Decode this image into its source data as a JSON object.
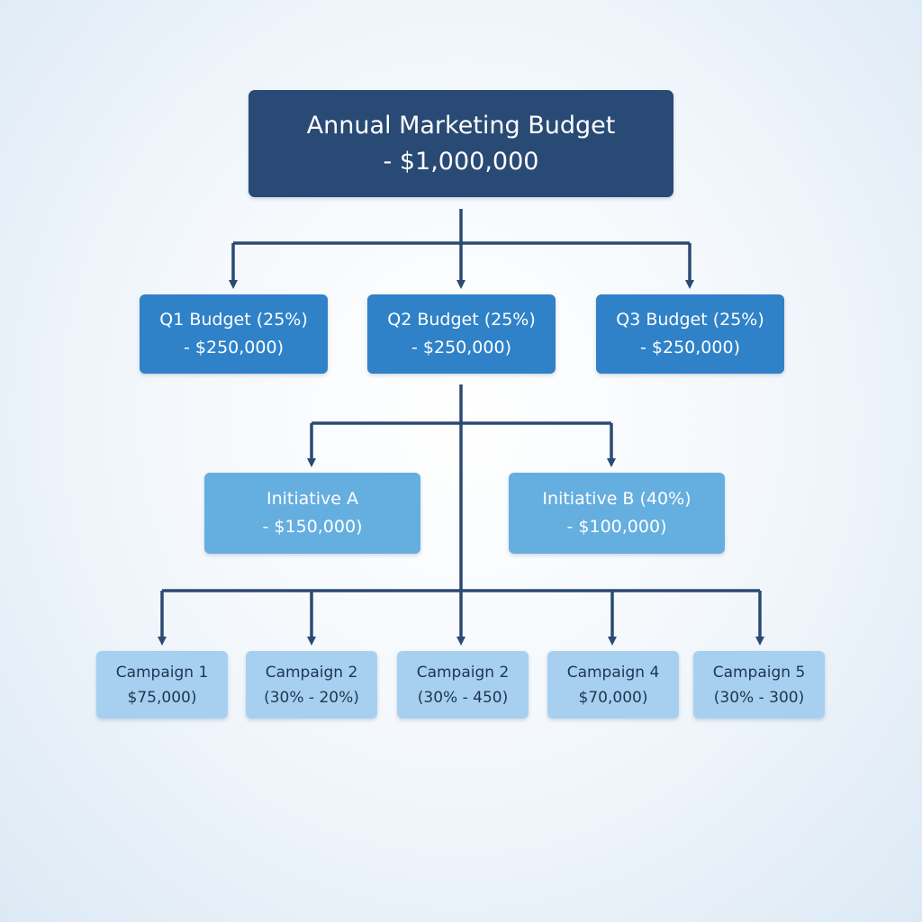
{
  "diagram": {
    "root": {
      "line1": "Annual Marketing Budget",
      "line2": "- $1,000,000"
    },
    "quarters": [
      {
        "line1": "Q1 Budget (25%)",
        "line2": "- $250,000)"
      },
      {
        "line1": "Q2 Budget (25%)",
        "line2": "- $250,000)"
      },
      {
        "line1": "Q3 Budget (25%)",
        "line2": "- $250,000)"
      }
    ],
    "initiatives": [
      {
        "line1": "Initiative A",
        "line2": "- $150,000)"
      },
      {
        "line1": "Initiative B (40%)",
        "line2": "- $100,000)"
      }
    ],
    "campaigns": [
      {
        "line1": "Campaign 1",
        "line2": "$75,000)"
      },
      {
        "line1": "Campaign 2",
        "line2": "(30% - 20%)"
      },
      {
        "line1": "Campaign 2",
        "line2": "(30% -  450)"
      },
      {
        "line1": "Campaign 4",
        "line2": "$70,000)"
      },
      {
        "line1": "Campaign 5",
        "line2": "(30% - 300)"
      }
    ],
    "colors": {
      "root": "#284a74",
      "quarter": "#2f82c8",
      "initiative": "#65aee0",
      "campaign": "#a7d0f0",
      "connector": "#2a4a72"
    }
  }
}
